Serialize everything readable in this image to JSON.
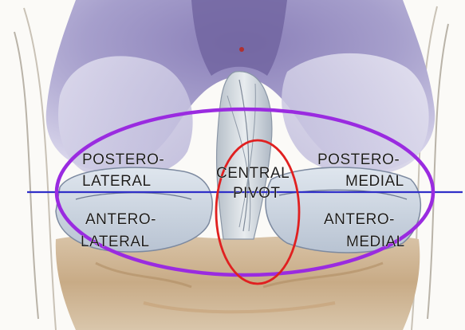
{
  "labels": {
    "postero_lateral": [
      "POSTERO-",
      "LATERAL"
    ],
    "postero_medial": [
      "POSTERO-",
      "MEDIAL"
    ],
    "central_pivot": [
      "CENTRAL",
      "PIVOT"
    ],
    "antero_lateral": [
      "ANTERO-",
      "LATERAL"
    ],
    "antero_medial": [
      "ANTERO-",
      "MEDIAL"
    ]
  },
  "colors": {
    "outer_ellipse": "#9a2be0",
    "center_ellipse": "#e02020",
    "midline": "#3030c8"
  }
}
